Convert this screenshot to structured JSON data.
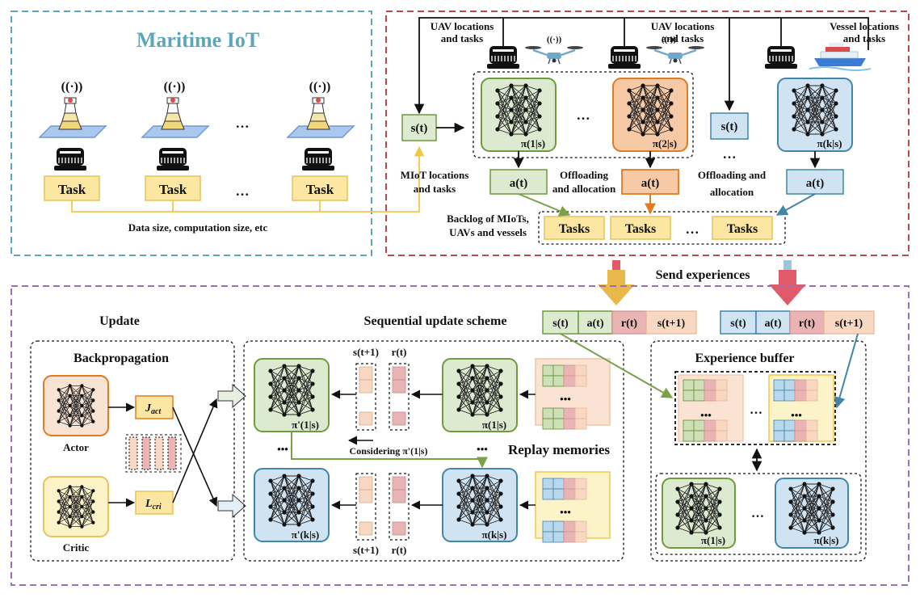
{
  "maritime": {
    "title": "Maritime IoT",
    "task_label": "Task",
    "ellipsis": "…",
    "data_size_note": "Data size, computation size, etc",
    "wifi_glyph": "((·))"
  },
  "top_right": {
    "uav_label_1a": "UAV locations",
    "uav_label_1b": "and tasks",
    "uav_label_2a": "UAV locations",
    "uav_label_2b": "and tasks",
    "vessel_label_a": "Vessel locations",
    "vessel_label_b": "and tasks",
    "state": "s(t)",
    "action": "a(t)",
    "policy_1": "π(1|s)",
    "policy_2": "π(2|s)",
    "policy_k": "π(k|s)",
    "miot_a": "MIoT locations",
    "miot_b": "and tasks",
    "offload_1a": "Offloading",
    "offload_1b": "and allocation",
    "offload_2a": "Offloading and",
    "offload_2b": "allocation",
    "backlog_a": "Backlog of MIoTs,",
    "backlog_b": "UAVs and vessels",
    "tasks": "Tasks",
    "ellipsis": "…"
  },
  "send_experiences": "Send experiences",
  "experience_tuple": {
    "s": "s(t)",
    "a": "a(t)",
    "r": "r(t)",
    "s_next": "s(t+1)"
  },
  "update": {
    "title": "Update",
    "backprop": "Backpropagation",
    "actor": "Actor",
    "critic": "Critic",
    "j_act": "J",
    "j_sub": "act",
    "l_cri": "L",
    "l_sub": "cri"
  },
  "sequential": {
    "title": "Sequential update scheme",
    "s_next": "s(t+1)",
    "r": "r(t)",
    "pi_prime_1": "π'(1|s)",
    "pi_prime_k": "π'(k|s)",
    "pi_1": "π(1|s)",
    "pi_k": "π(k|s)",
    "considering": "Considering π'(1|s)",
    "replay": "Replay memories",
    "ellipsis": "•••"
  },
  "buffer": {
    "title": "Experience buffer",
    "pi_1": "π(1|s)",
    "pi_k": "π(k|s)",
    "ellipsis": "…",
    "dots": "•••"
  },
  "colors": {
    "teal_dash": "#5ba6b8",
    "red_dash": "#b84a4a",
    "purple_dash": "#9a6fb3",
    "green_fill": "#dcebcf",
    "green_stroke": "#6f9a3e",
    "orange_fill": "#f7c9a4",
    "orange_stroke": "#e07b22",
    "blue_fill": "#cfe3f3",
    "blue_stroke": "#3f86a8",
    "yellow_fill": "#fbe7a1",
    "yellow_stroke": "#e6c45a",
    "pink_fill": "#e8b4b4",
    "peach_fill": "#f8d8c3",
    "light_yellow": "#fdf3c9",
    "arrow_gold": "#e8b84a",
    "arrow_red": "#e05a6a"
  }
}
